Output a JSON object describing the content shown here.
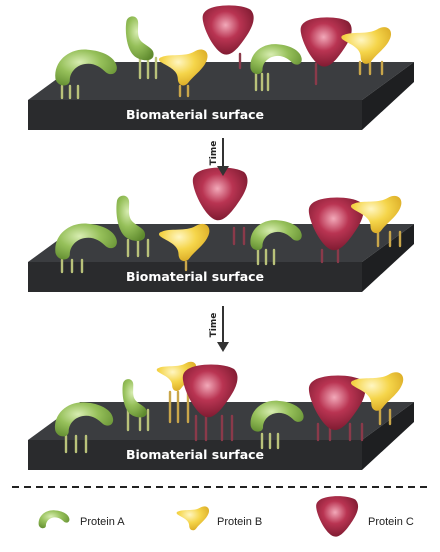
{
  "panels": [
    {
      "surface_label": "Biomaterial surface"
    },
    {
      "surface_label": "Biomaterial surface"
    },
    {
      "surface_label": "Biomaterial surface"
    }
  ],
  "arrows": [
    {
      "label": "Time"
    },
    {
      "label": "Time"
    }
  ],
  "legend": [
    {
      "label": "Protein A",
      "shape": "protein-a-icon"
    },
    {
      "label": "Protein B",
      "shape": "protein-b-icon"
    },
    {
      "label": "Protein C",
      "shape": "protein-c-icon"
    }
  ],
  "colors": {
    "surface_top": "#3b3d40",
    "surface_front": "#2a2b2d",
    "surface_side": "#1e1f21",
    "protein_a": "#8cb848",
    "protein_b": "#f2d84a",
    "protein_c": "#a8253f",
    "leg_a": "#b9c27a",
    "leg_b": "#c9a64a",
    "leg_c": "#8a3a4a"
  }
}
